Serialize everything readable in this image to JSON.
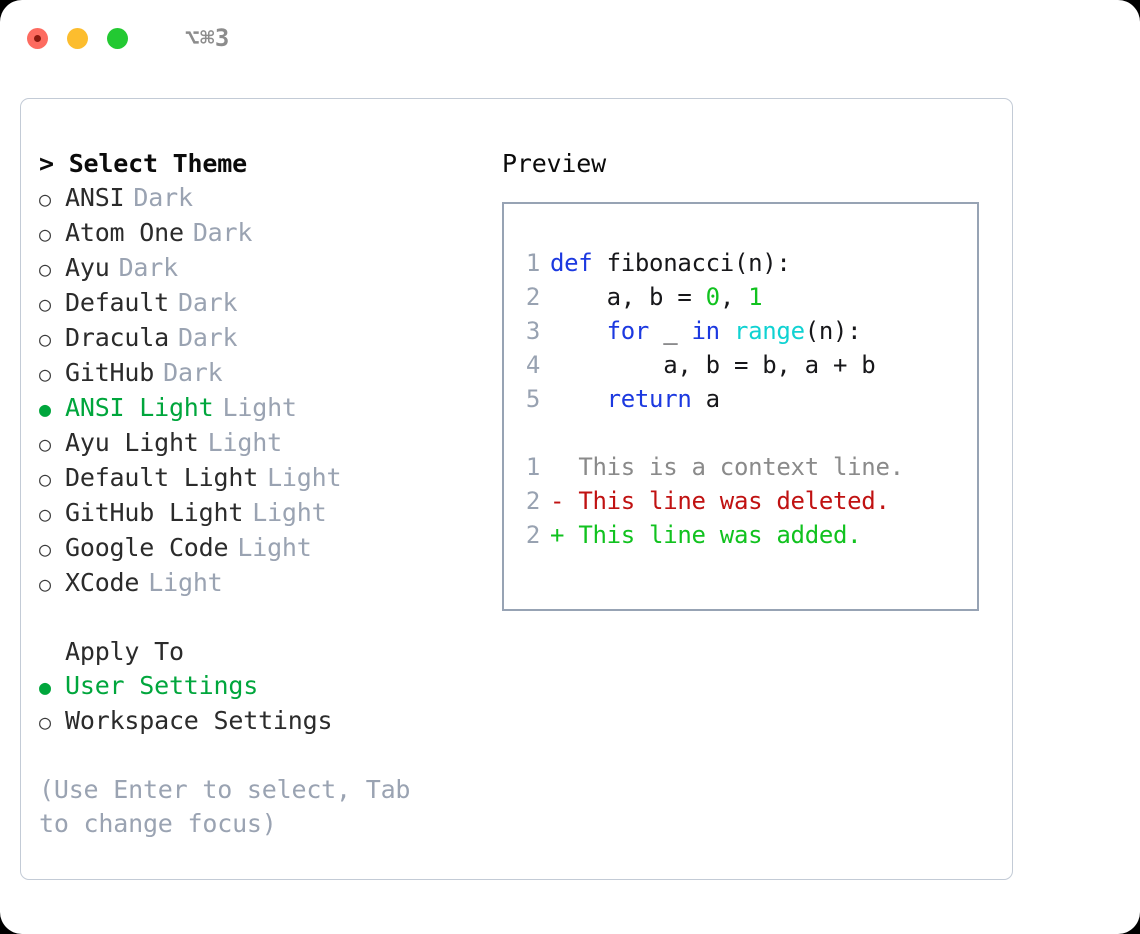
{
  "titlebar": {
    "shortcut": "⌥⌘3",
    "lights": [
      {
        "name": "close",
        "color": "#fd6b60"
      },
      {
        "name": "minimize",
        "color": "#fcbd2e"
      },
      {
        "name": "maximize",
        "color": "#23c932"
      }
    ]
  },
  "theme_list": {
    "header": "> Select Theme",
    "selected_marker": "●",
    "unselected_marker": "○",
    "items": [
      {
        "name": "ANSI",
        "category": "Dark",
        "selected": false
      },
      {
        "name": "Atom One",
        "category": "Dark",
        "selected": false
      },
      {
        "name": "Ayu",
        "category": "Dark",
        "selected": false
      },
      {
        "name": "Default",
        "category": "Dark",
        "selected": false
      },
      {
        "name": "Dracula",
        "category": "Dark",
        "selected": false
      },
      {
        "name": "GitHub",
        "category": "Dark",
        "selected": false
      },
      {
        "name": "ANSI Light",
        "category": "Light",
        "selected": true
      },
      {
        "name": "Ayu Light",
        "category": "Light",
        "selected": false
      },
      {
        "name": "Default Light",
        "category": "Light",
        "selected": false
      },
      {
        "name": "GitHub Light",
        "category": "Light",
        "selected": false
      },
      {
        "name": "Google Code",
        "category": "Light",
        "selected": false
      },
      {
        "name": "XCode",
        "category": "Light",
        "selected": false
      }
    ]
  },
  "apply_to": {
    "header": "Apply To",
    "items": [
      {
        "name": "User Settings",
        "selected": true
      },
      {
        "name": "Workspace Settings",
        "selected": false
      }
    ]
  },
  "hint": "(Use Enter to select, Tab to change focus)",
  "preview": {
    "header": "Preview",
    "code_lines": [
      {
        "number": "1",
        "tokens": [
          {
            "text": "def",
            "type": "kw"
          },
          {
            "text": " fibonacci(n):",
            "type": "txt"
          }
        ]
      },
      {
        "number": "2",
        "tokens": [
          {
            "text": "    a, b = ",
            "type": "txt"
          },
          {
            "text": "0",
            "type": "num"
          },
          {
            "text": ", ",
            "type": "txt"
          },
          {
            "text": "1",
            "type": "num"
          }
        ]
      },
      {
        "number": "3",
        "tokens": [
          {
            "text": "    ",
            "type": "txt"
          },
          {
            "text": "for",
            "type": "kw"
          },
          {
            "text": " _ ",
            "type": "txt"
          },
          {
            "text": "in",
            "type": "kw"
          },
          {
            "text": " ",
            "type": "txt"
          },
          {
            "text": "range",
            "type": "fn"
          },
          {
            "text": "(n):",
            "type": "txt"
          }
        ]
      },
      {
        "number": "4",
        "tokens": [
          {
            "text": "        a, b = b, a + b",
            "type": "txt"
          }
        ]
      },
      {
        "number": "5",
        "tokens": [
          {
            "text": "    ",
            "type": "txt"
          },
          {
            "text": "return",
            "type": "kw"
          },
          {
            "text": " a",
            "type": "txt"
          }
        ]
      }
    ],
    "diff_lines": [
      {
        "number": "1",
        "prefix": "  ",
        "text": "This is a context line.",
        "type": "ctx"
      },
      {
        "number": "2",
        "prefix": "- ",
        "text": "This line was deleted.",
        "type": "del"
      },
      {
        "number": "2",
        "prefix": "+ ",
        "text": "This line was added.",
        "type": "add"
      }
    ]
  },
  "colors": {
    "accent_green": "#00a63c",
    "muted_grey": "#9aa3b2",
    "keyword_blue": "#1c39e0",
    "function_cyan": "#10d2d2",
    "number_green": "#11c21f",
    "diff_red": "#c01212",
    "diff_green": "#11c21f",
    "border_grey": "#97a3b4"
  }
}
